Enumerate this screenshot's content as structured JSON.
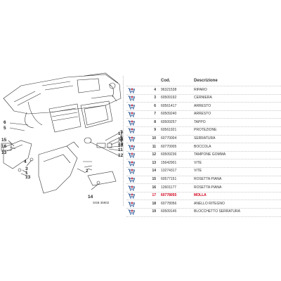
{
  "diagram": {
    "callouts": [
      {
        "id": "c6",
        "text": "6"
      },
      {
        "id": "c5",
        "text": "5"
      },
      {
        "id": "c15",
        "text": "15"
      },
      {
        "id": "c16",
        "text": "16"
      },
      {
        "id": "c13",
        "text": "13"
      },
      {
        "id": "c4",
        "text": "4"
      },
      {
        "id": "c3",
        "text": "3"
      },
      {
        "id": "c1",
        "text": "1"
      },
      {
        "id": "c13b",
        "text": "13"
      },
      {
        "id": "c14",
        "text": "14"
      },
      {
        "id": "c2",
        "text": "2"
      },
      {
        "id": "c7",
        "text": "7"
      },
      {
        "id": "c8",
        "text": "8"
      },
      {
        "id": "c9",
        "text": "9"
      },
      {
        "id": "c10",
        "text": "10"
      },
      {
        "id": "c11",
        "text": "11"
      },
      {
        "id": "c17",
        "text": "17"
      },
      {
        "id": "c18",
        "text": "18"
      },
      {
        "id": "c19",
        "text": "19"
      },
      {
        "id": "c12",
        "text": "12"
      }
    ],
    "reference": "SGB 35902"
  },
  "table": {
    "headers": {
      "code": "Cod.",
      "desc": "Descrizione"
    },
    "rows": [
      {
        "num": "4",
        "code": "96321538",
        "desc": "RIPARO",
        "highlight": false
      },
      {
        "num": "3",
        "code": "60509192",
        "desc": "CERNIERA",
        "highlight": false
      },
      {
        "num": "6",
        "code": "60561417",
        "desc": "ARRESTO",
        "highlight": false
      },
      {
        "num": "7",
        "code": "60509240",
        "desc": "ARRESTO",
        "highlight": false
      },
      {
        "num": "8",
        "code": "60509257",
        "desc": "TAPPO",
        "highlight": false
      },
      {
        "num": "9",
        "code": "60561921",
        "desc": "PROTEZIONE",
        "highlight": false
      },
      {
        "num": "10",
        "code": "60770004",
        "desc": "SERRATURA",
        "highlight": false
      },
      {
        "num": "11",
        "code": "60770005",
        "desc": "BOCCOLA",
        "highlight": false
      },
      {
        "num": "12",
        "code": "60509236",
        "desc": "TAMPONE GOMMA",
        "highlight": false
      },
      {
        "num": "13",
        "code": "15642901",
        "desc": "VITE",
        "highlight": false
      },
      {
        "num": "14",
        "code": "13274317",
        "desc": "VITE",
        "highlight": false
      },
      {
        "num": "15",
        "code": "60577151",
        "desc": "ROSETTA PIANA",
        "highlight": false
      },
      {
        "num": "16",
        "code": "12601177",
        "desc": "ROSETTA PIANA",
        "highlight": false
      },
      {
        "num": "17",
        "code": "60778055",
        "desc": "MOLLA",
        "highlight": true
      },
      {
        "num": "18",
        "code": "60778056",
        "desc": "ANELLO RITEGNO",
        "highlight": false
      },
      {
        "num": "19",
        "code": "60509145",
        "desc": "BLOCCHETTO SERRATURA",
        "highlight": false
      }
    ]
  }
}
